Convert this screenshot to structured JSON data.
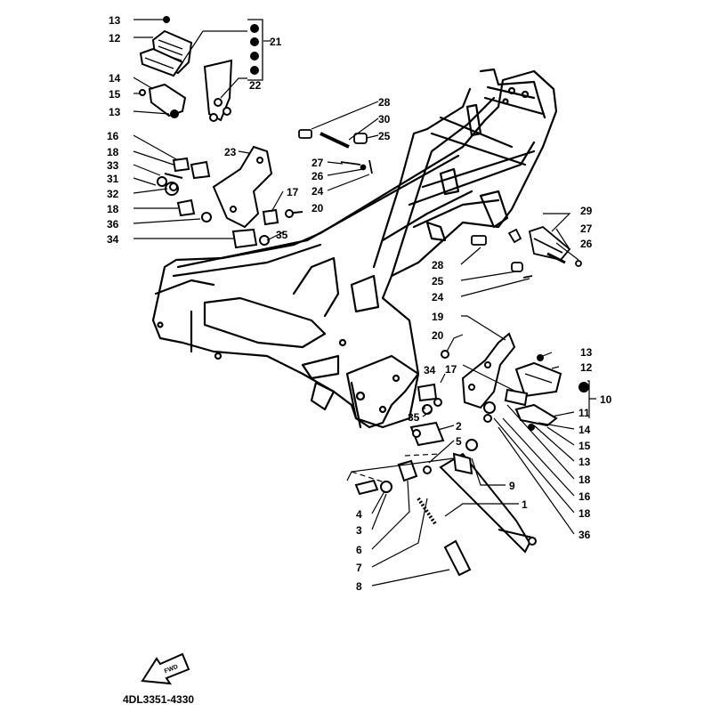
{
  "diagram": {
    "part_code": "4DL3351-4330",
    "fwd_label": "FWD",
    "callouts": [
      {
        "id": "c13a",
        "text": "13"
      },
      {
        "id": "c12a",
        "text": "12"
      },
      {
        "id": "c21",
        "text": "21"
      },
      {
        "id": "c22",
        "text": "22"
      },
      {
        "id": "c14a",
        "text": "14"
      },
      {
        "id": "c15a",
        "text": "15"
      },
      {
        "id": "c13b",
        "text": "13"
      },
      {
        "id": "c28a",
        "text": "28"
      },
      {
        "id": "c30",
        "text": "30"
      },
      {
        "id": "c25a",
        "text": "25"
      },
      {
        "id": "c16a",
        "text": "16"
      },
      {
        "id": "c18a",
        "text": "18"
      },
      {
        "id": "c33",
        "text": "33"
      },
      {
        "id": "c31",
        "text": "31"
      },
      {
        "id": "c32",
        "text": "32"
      },
      {
        "id": "c18b",
        "text": "18"
      },
      {
        "id": "c36a",
        "text": "36"
      },
      {
        "id": "c34a",
        "text": "34"
      },
      {
        "id": "c23",
        "text": "23"
      },
      {
        "id": "c17a",
        "text": "17"
      },
      {
        "id": "c20a",
        "text": "20"
      },
      {
        "id": "c35a",
        "text": "35"
      },
      {
        "id": "c27a",
        "text": "27"
      },
      {
        "id": "c26a",
        "text": "26"
      },
      {
        "id": "c24a",
        "text": "24"
      },
      {
        "id": "c29",
        "text": "29"
      },
      {
        "id": "c27b",
        "text": "27"
      },
      {
        "id": "c26b",
        "text": "26"
      },
      {
        "id": "c28b",
        "text": "28"
      },
      {
        "id": "c25b",
        "text": "25"
      },
      {
        "id": "c24b",
        "text": "24"
      },
      {
        "id": "c19",
        "text": "19"
      },
      {
        "id": "c20b",
        "text": "20"
      },
      {
        "id": "c34b",
        "text": "34"
      },
      {
        "id": "c17b",
        "text": "17"
      },
      {
        "id": "c35b",
        "text": "35"
      },
      {
        "id": "c13c",
        "text": "13"
      },
      {
        "id": "c12b",
        "text": "12"
      },
      {
        "id": "c10",
        "text": "10"
      },
      {
        "id": "c11",
        "text": "11"
      },
      {
        "id": "c14b",
        "text": "14"
      },
      {
        "id": "c15b",
        "text": "15"
      },
      {
        "id": "c13d",
        "text": "13"
      },
      {
        "id": "c18c",
        "text": "18"
      },
      {
        "id": "c16b",
        "text": "16"
      },
      {
        "id": "c18d",
        "text": "18"
      },
      {
        "id": "c36b",
        "text": "36"
      },
      {
        "id": "c2",
        "text": "2"
      },
      {
        "id": "c5",
        "text": "5"
      },
      {
        "id": "c9",
        "text": "9"
      },
      {
        "id": "c1",
        "text": "1"
      },
      {
        "id": "c4",
        "text": "4"
      },
      {
        "id": "c3",
        "text": "3"
      },
      {
        "id": "c6",
        "text": "6"
      },
      {
        "id": "c7",
        "text": "7"
      },
      {
        "id": "c8",
        "text": "8"
      }
    ]
  }
}
